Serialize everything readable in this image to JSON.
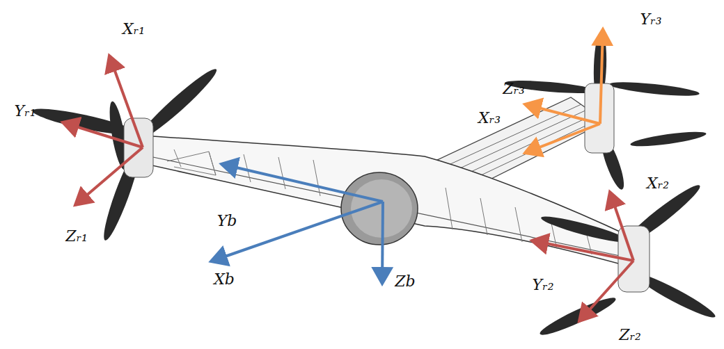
{
  "diagram": {
    "labels": [
      "Xᵣ₁",
      "Yᵣ₃",
      "Yᵣ₁",
      "Zᵣ₃",
      "Xᵣ₃",
      "Xᵣ₂",
      "Yb",
      "Zᵣ₁",
      "Xb",
      "Zb",
      "Yᵣ₂",
      "Zᵣ₂"
    ]
  }
}
